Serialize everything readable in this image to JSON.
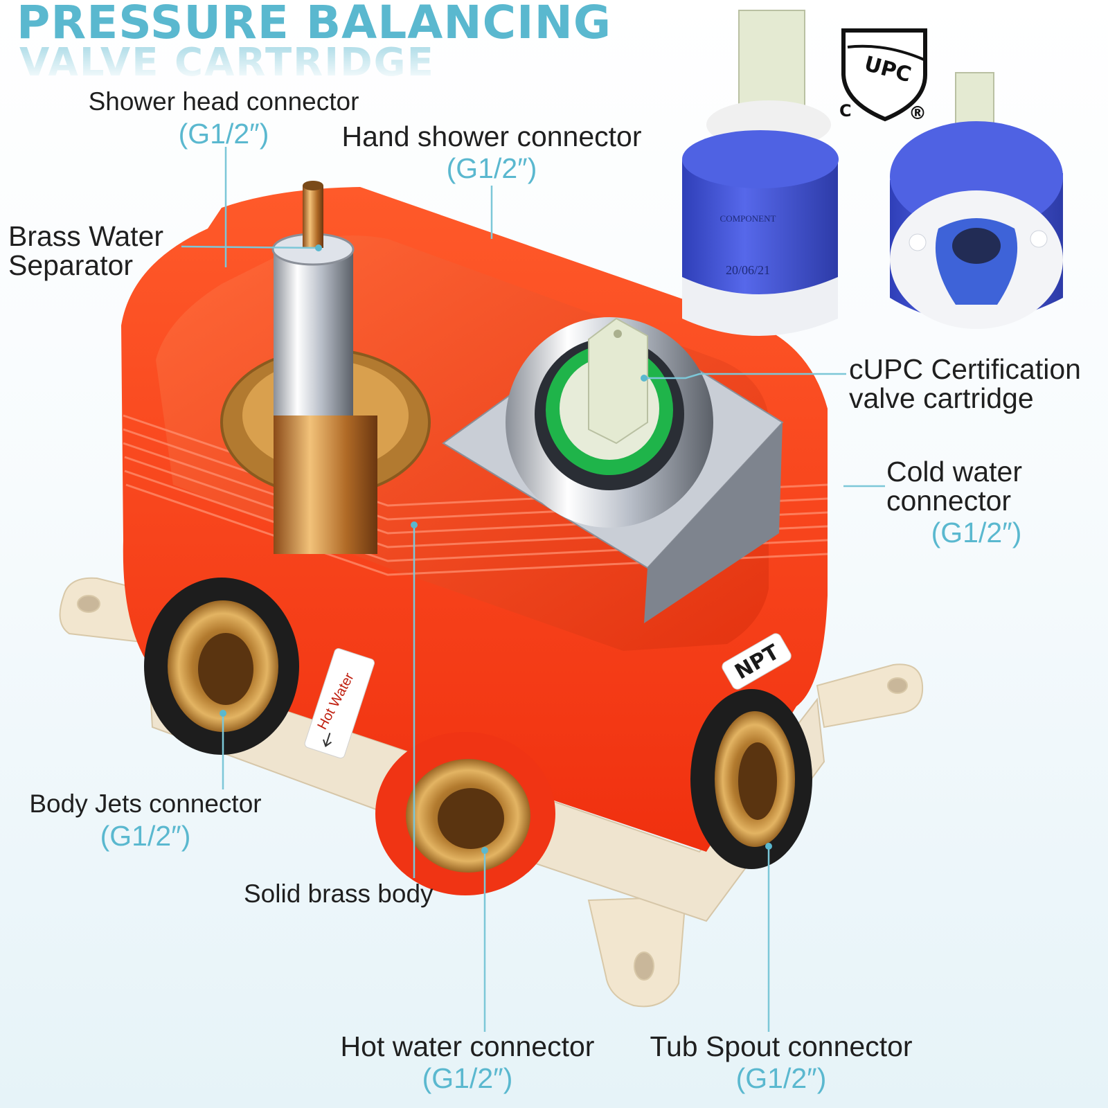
{
  "title": {
    "main": "PRESSURE BALANCING",
    "sub": "VALVE CARTRIDGE"
  },
  "certification_badge": {
    "letters": "UPC",
    "prefix": "C",
    "registered": "®"
  },
  "labels": {
    "shower_head": {
      "name": "Shower head connector",
      "spec": "(G1/2″)"
    },
    "hand_shower": {
      "name": "Hand shower connector",
      "spec": "(G1/2″)"
    },
    "brass_separator": {
      "line1": "Brass Water",
      "line2": "Separator"
    },
    "cartridge": {
      "line1": "cUPC Certification",
      "line2": "valve cartridge"
    },
    "cold_water": {
      "line1": "Cold water",
      "line2": "connector",
      "spec": "(G1/2″)"
    },
    "body_jets": {
      "name": "Body Jets connector",
      "spec": "(G1/2″)"
    },
    "solid_brass": {
      "name": "Solid brass body"
    },
    "hot_water": {
      "name": "Hot water connector",
      "spec": "(G1/2″)"
    },
    "tub_spout": {
      "name": "Tub Spout connector",
      "spec": "(G1/2″)"
    }
  },
  "body_markings": {
    "hot_water_tag": "Hot Water",
    "thread_tag": "NPT"
  },
  "cartridge_markings": {
    "brand": "COMPONENT",
    "date": "20/06/21"
  },
  "colors": {
    "accent": "#5ab8cf",
    "housing": "#ff3d1a",
    "mount": "#f2e6cf",
    "cartridge_blue": "#3d4fd1",
    "brass": "#c8953f"
  }
}
